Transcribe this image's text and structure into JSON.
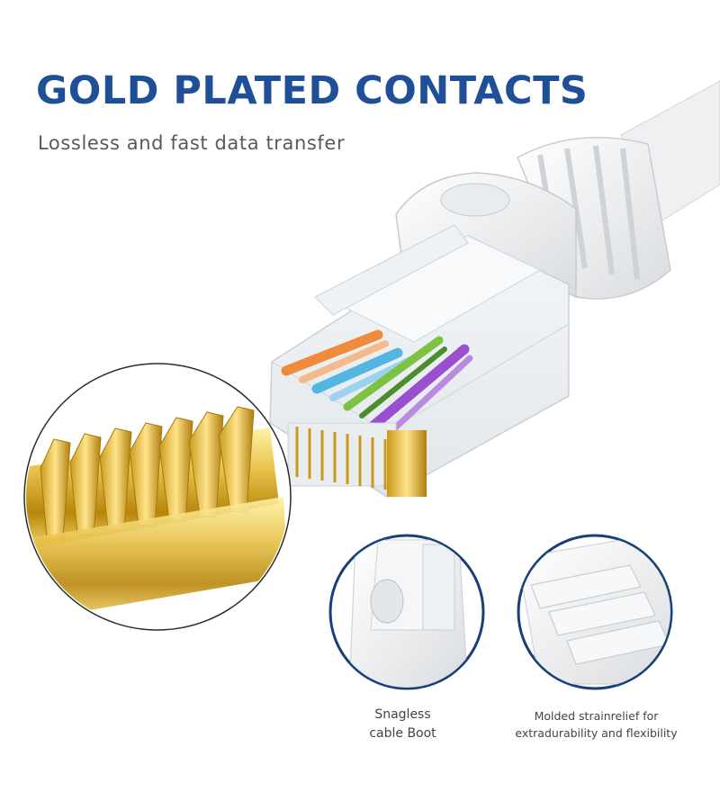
{
  "header": {
    "title": "GOLD PLATED CONTACTS",
    "subtitle": "Lossless and fast data transfer"
  },
  "features": [
    {
      "line1": "Snagless",
      "line2": "cable Boot"
    },
    {
      "line1": "Molded strainrelief for",
      "line2": "extradurability and flexibility"
    }
  ],
  "colors": {
    "title": "#1f4f96",
    "subtitle": "#555a60",
    "caption": "#444444",
    "gold": "#d9ad2c",
    "circle_border": "#1a3f78"
  }
}
